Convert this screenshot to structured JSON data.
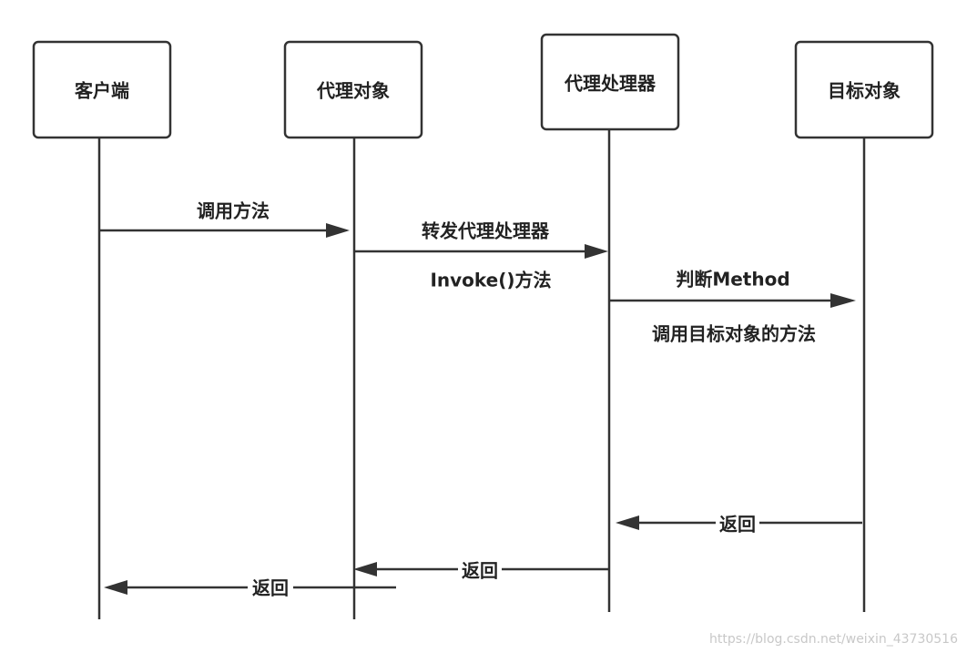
{
  "actors": [
    {
      "id": "client",
      "label": "客户端"
    },
    {
      "id": "proxy",
      "label": "代理对象"
    },
    {
      "id": "handler",
      "label": "代理处理器"
    },
    {
      "id": "target",
      "label": "目标对象"
    }
  ],
  "messages": [
    {
      "id": "call-method",
      "from": "client",
      "to": "proxy",
      "label": "调用方法",
      "sublabel": ""
    },
    {
      "id": "forward-handler",
      "from": "proxy",
      "to": "handler",
      "label": "转发代理处理器",
      "sublabel": "Invoke()方法"
    },
    {
      "id": "check-method",
      "from": "handler",
      "to": "target",
      "label": "判断Method",
      "sublabel": "调用目标对象的方法"
    },
    {
      "id": "return-target",
      "from": "target",
      "to": "handler",
      "label": "返回",
      "sublabel": ""
    },
    {
      "id": "return-handler",
      "from": "handler",
      "to": "proxy",
      "label": "返回",
      "sublabel": ""
    },
    {
      "id": "return-proxy",
      "from": "proxy",
      "to": "client",
      "label": "返回",
      "sublabel": ""
    }
  ],
  "watermark": "https://blog.csdn.net/weixin_43730516",
  "colors": {
    "stroke": "#333333",
    "text": "#222222",
    "watermark": "#c8c8c8"
  }
}
